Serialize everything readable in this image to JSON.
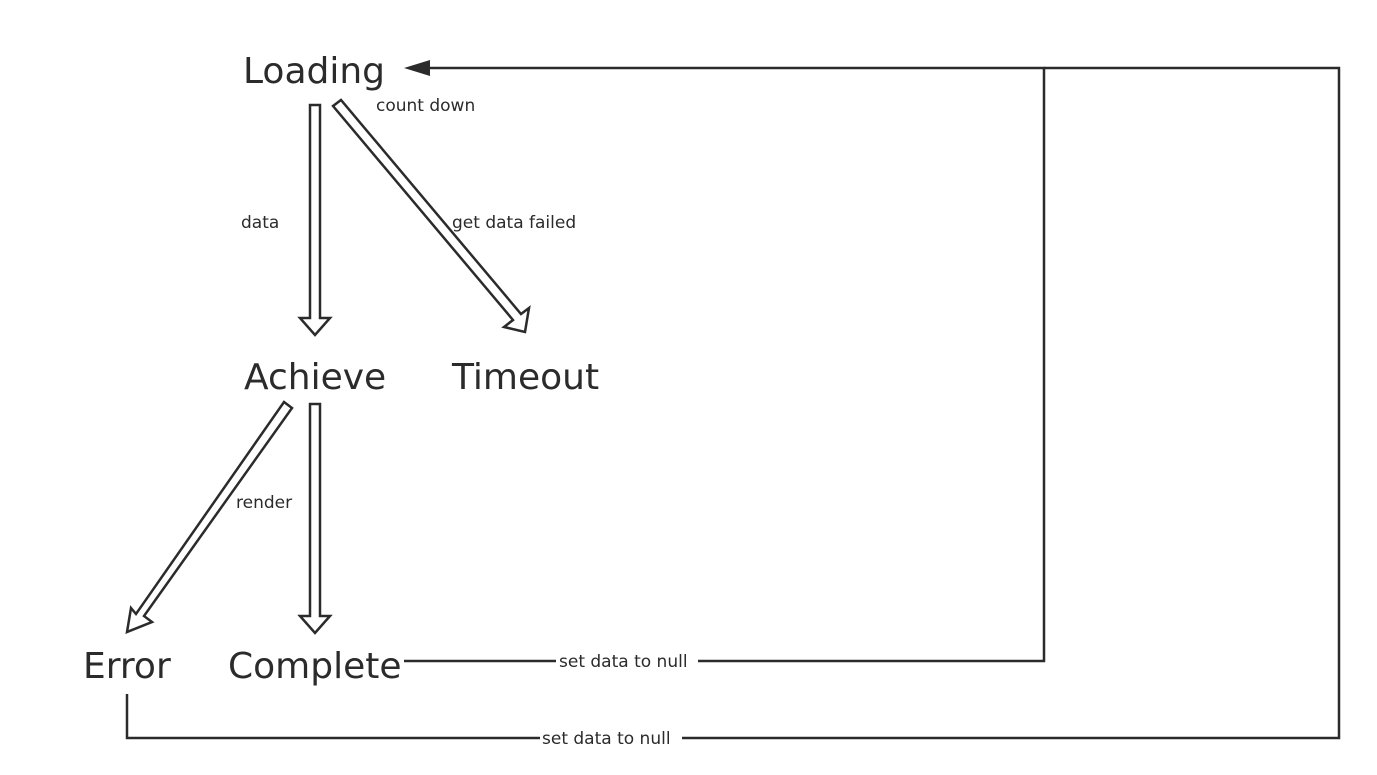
{
  "states": {
    "loading": "Loading",
    "achieve": "Achieve",
    "timeout": "Timeout",
    "error": "Error",
    "complete": "Complete"
  },
  "edges": {
    "count_down": "count down",
    "data": "data",
    "get_data_failed": "get data failed",
    "render": "render",
    "complete_reset": "set data to null",
    "error_reset": "set data to null"
  }
}
